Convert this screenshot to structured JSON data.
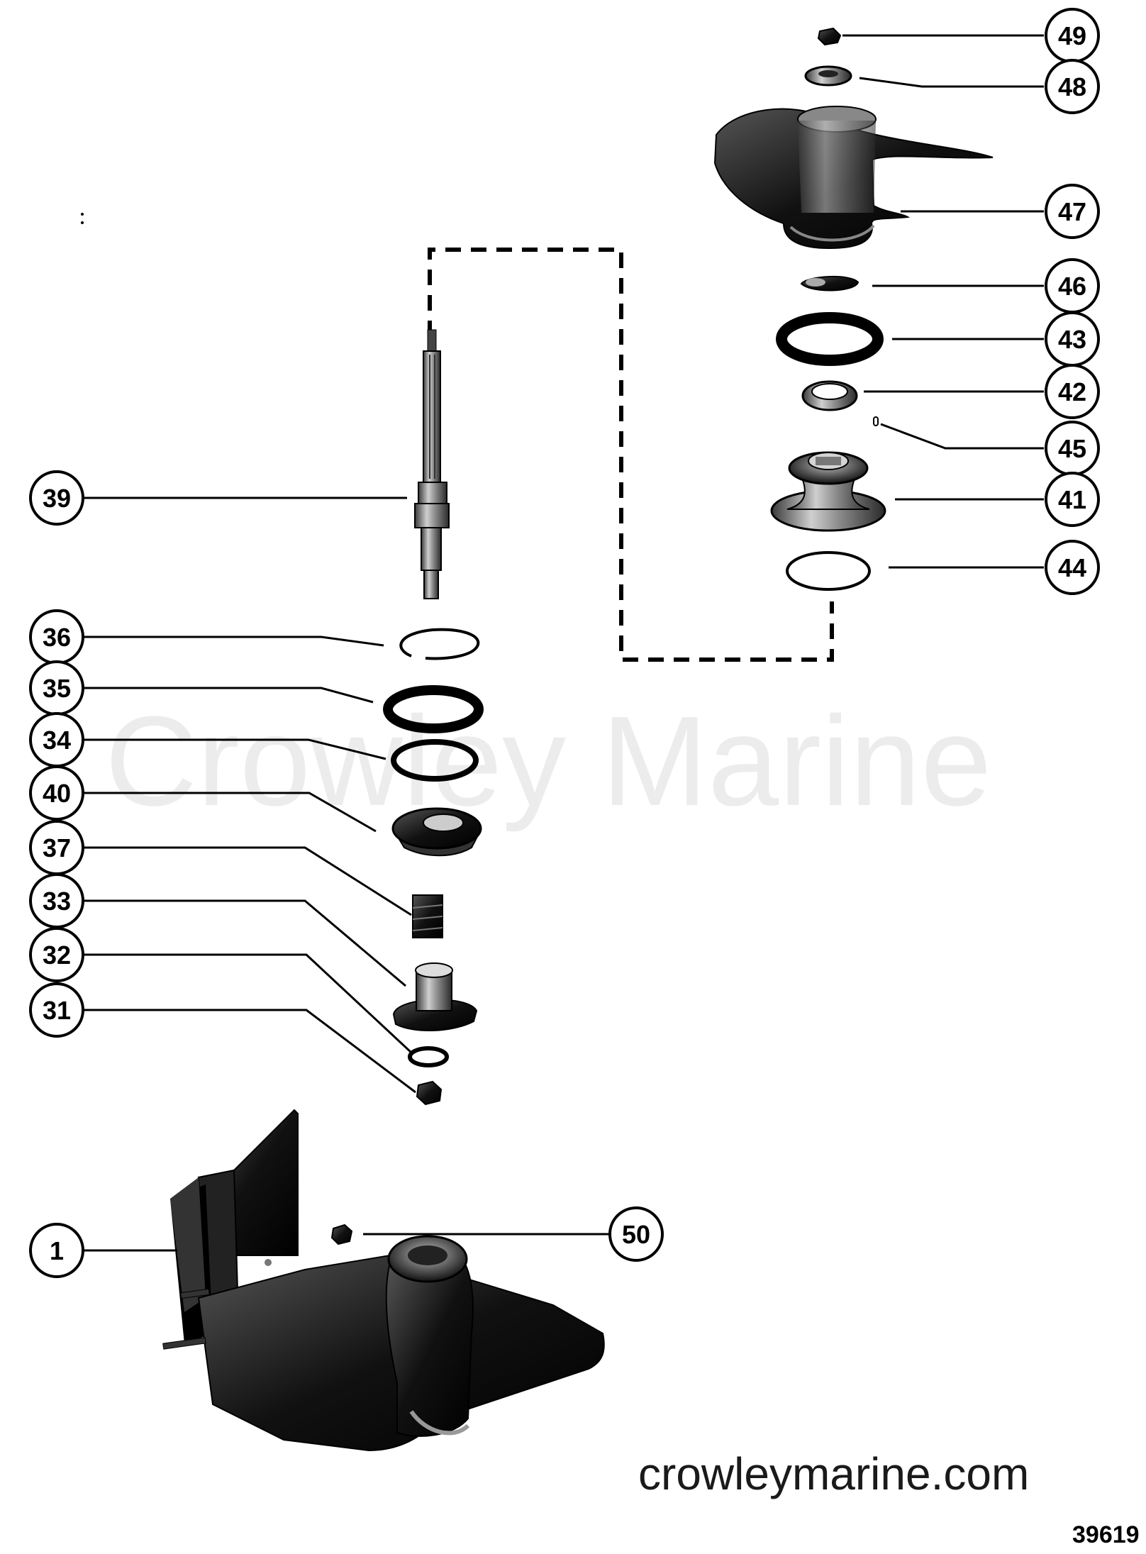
{
  "watermark": "Crowley Marine",
  "site_url": "crowleymarine.com",
  "figure_number": "39619",
  "callouts": {
    "c49": "49",
    "c48": "48",
    "c47": "47",
    "c46": "46",
    "c43": "43",
    "c42": "42",
    "c45": "45",
    "c41": "41",
    "c44": "44",
    "c39": "39",
    "c36": "36",
    "c35": "35",
    "c34": "34",
    "c40": "40",
    "c37": "37",
    "c33": "33",
    "c32": "32",
    "c31": "31",
    "c1": "1",
    "c50": "50"
  },
  "colors": {
    "ink": "#000000",
    "watermark": "#ececec",
    "metal": "#9a9a9a",
    "dark": "#1c1c1c"
  }
}
